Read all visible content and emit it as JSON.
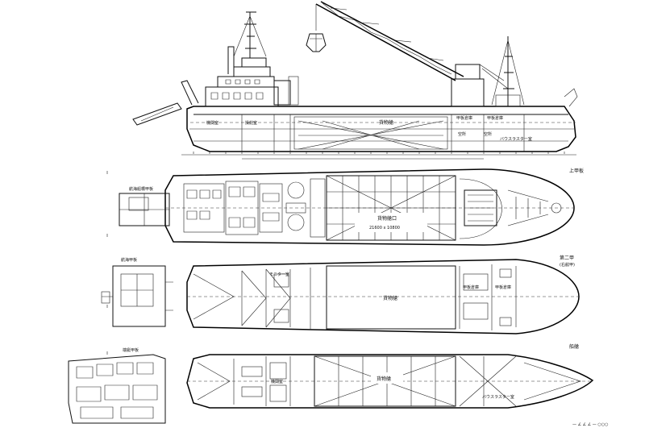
{
  "profile": {
    "labels": {
      "upper_hold": "貨物艙",
      "bosun_store": "甲板倉庫",
      "void": "空所",
      "engine": "機関室",
      "steering": "操舵室",
      "house_thruster": "バウスラスター室",
      "fwd_store": "甲板倉庫",
      "void2": "空所"
    }
  },
  "plans": {
    "upper_deck": {
      "title": "上甲板",
      "hatch_label": "貨物艙口",
      "hatch_size": "21600 x 10800"
    },
    "second_deck": {
      "title": "第二甲",
      "subtitle": "(右舷甲)",
      "hold": "貨物艙",
      "monitor": "モニター室",
      "store": "甲板倉庫",
      "store2": "甲板倉庫"
    },
    "hold_plan": {
      "title": "船艙",
      "hold": "貨物艙",
      "thruster": "バウスラスター室",
      "room": "機関室"
    }
  },
  "side_views": {
    "nav_bridge": "航海船橋甲板",
    "wheelhouse": "航海甲板",
    "boat_deck": "端艇甲板"
  },
  "footer": {
    "stamp": "— ∠ ∠ ∠ —  ○○○"
  }
}
